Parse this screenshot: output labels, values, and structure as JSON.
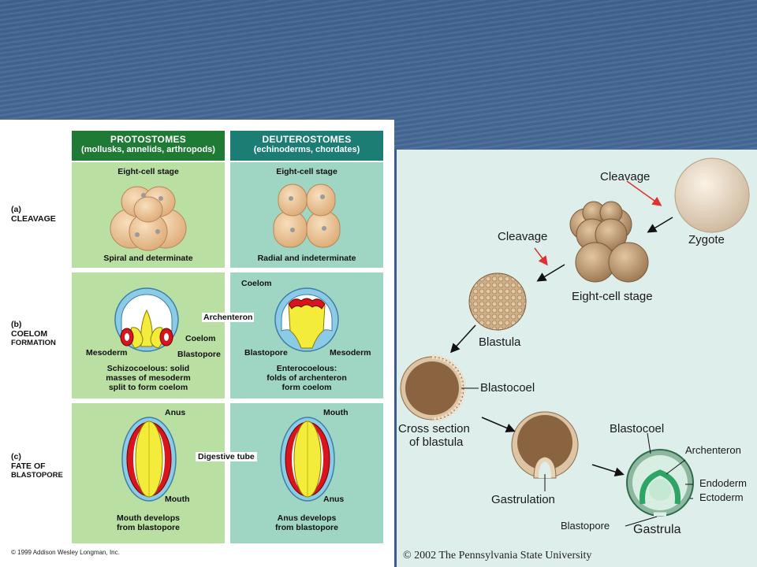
{
  "left_figure": {
    "proto_header": {
      "title": "Protostomes",
      "subtitle": "(mollusks, annelids, arthropods)"
    },
    "deut_header": {
      "title": "Deuterostomes",
      "subtitle": "(echinoderms, chordates)"
    },
    "row_a": {
      "letter": "(a)",
      "name": "Cleavage"
    },
    "row_b": {
      "letter": "(b)",
      "name_line1": "Coelom",
      "name_line2": "formation"
    },
    "row_c": {
      "letter": "(c)",
      "name_line1": "Fate of",
      "name_line2": "blastopore"
    },
    "proto": {
      "stage_label": "Eight-cell stage",
      "cleavage_caption": "Spiral and determinate",
      "coelom_labels": {
        "mesoderm": "Mesoderm",
        "coelom": "Coelom",
        "blastopore": "Blastopore"
      },
      "coelom_caption": [
        "Schizocoelous: solid",
        "masses of mesoderm",
        "split to form coelom"
      ],
      "blastopore_labels": {
        "top": "Anus",
        "bottom": "Mouth"
      },
      "blastopore_caption": [
        "Mouth develops",
        "from blastopore"
      ]
    },
    "deut": {
      "stage_label": "Eight-cell stage",
      "cleavage_caption": "Radial and indeterminate",
      "coelom_labels": {
        "coelom": "Coelom",
        "blastopore": "Blastopore",
        "mesoderm": "Mesoderm"
      },
      "coelom_caption": [
        "Enterocoelous:",
        "folds of archenteron",
        "form coelom"
      ],
      "blastopore_labels": {
        "top": "Mouth",
        "bottom": "Anus"
      },
      "blastopore_caption": [
        "Anus develops",
        "from blastopore"
      ]
    },
    "shared_labels": {
      "archenteron": "Archenteron",
      "digestive_tube": "Digestive tube"
    },
    "copyright": "© 1999 Addison Wesley Longman, Inc."
  },
  "right_figure": {
    "labels": {
      "cleavage_1": "Cleavage",
      "zygote": "Zygote",
      "cleavage_2": "Cleavage",
      "eight_cell": "Eight-cell stage",
      "blastula": "Blastula",
      "blastocoel_1": "Blastocoel",
      "cross_section_1": "Cross section",
      "cross_section_2": "of blastula",
      "gastrulation": "Gastrulation",
      "blastocoel_2": "Blastocoel",
      "archenteron": "Archenteron",
      "endoderm": "Endoderm",
      "ectoderm": "Ectoderm",
      "blastopore": "Blastopore",
      "gastrula": "Gastrula"
    },
    "copyright": "© 2002 The Pennsylvania State University"
  },
  "colors": {
    "proto_header": "#1f7a35",
    "deut_header": "#1c7d75",
    "mesoderm": "#d8141c",
    "endoderm": "#f4ec3a",
    "ectoderm": "#8ccbe6",
    "embryo_tan": "#c49a6c"
  }
}
